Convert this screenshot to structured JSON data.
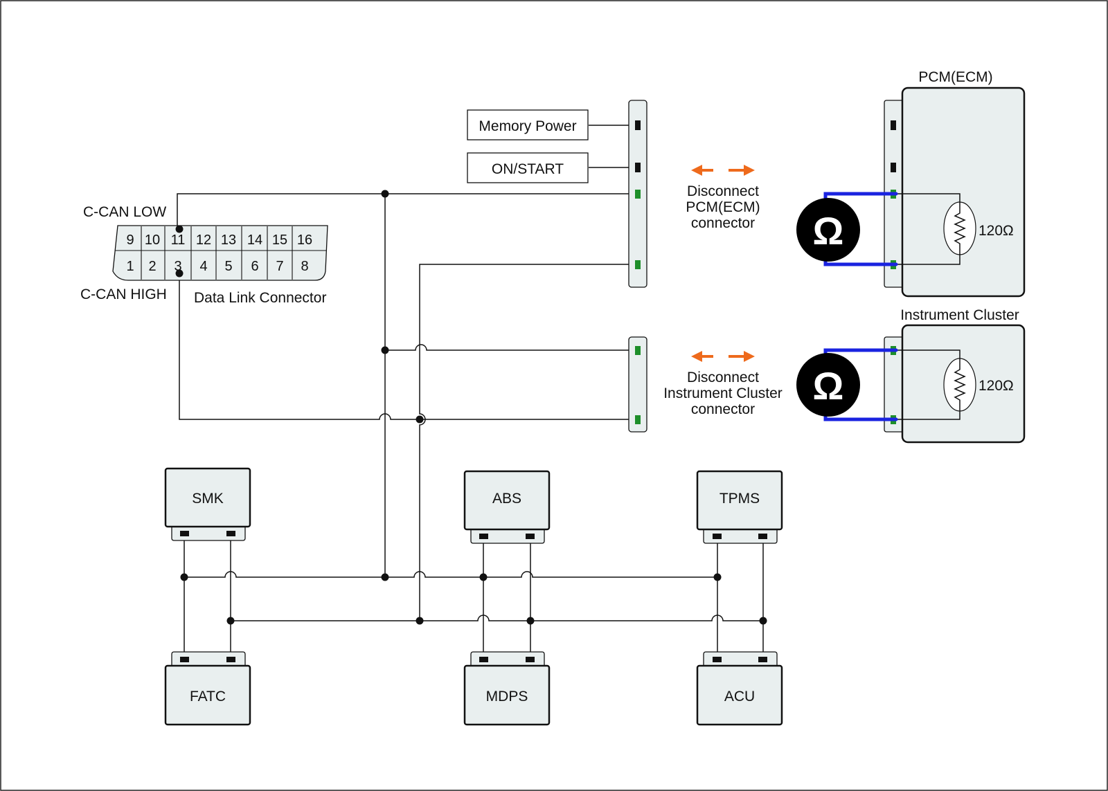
{
  "dlc": {
    "low_label": "C-CAN LOW",
    "high_label": "C-CAN HIGH",
    "name": "Data Link Connector",
    "top_pins": [
      "9",
      "10",
      "11",
      "12",
      "13",
      "14",
      "15",
      "16"
    ],
    "bottom_pins": [
      "1",
      "2",
      "3",
      "4",
      "5",
      "6",
      "7",
      "8"
    ]
  },
  "power": {
    "memory": "Memory Power",
    "on_start": "ON/START"
  },
  "pcm": {
    "title": "PCM(ECM)",
    "resistor": "120Ω",
    "instruction": [
      "Disconnect",
      "PCM(ECM)",
      "connector"
    ]
  },
  "cluster": {
    "title": "Instrument Cluster",
    "resistor": "120Ω",
    "instruction": [
      "Disconnect",
      "Instrument Cluster",
      "connector"
    ]
  },
  "ohmmeter": {
    "symbol": "Ω",
    "icon": "ohmmeter-icon"
  },
  "modules": {
    "smk": "SMK",
    "abs": "ABS",
    "tpms": "TPMS",
    "fatc": "FATC",
    "mdps": "MDPS",
    "acu": "ACU"
  },
  "colors": {
    "probe_wire": "#1a23e0",
    "arrow": "#ee6a1c",
    "can_pin": "#1e8f2a",
    "box_fill": "#e9efef"
  }
}
